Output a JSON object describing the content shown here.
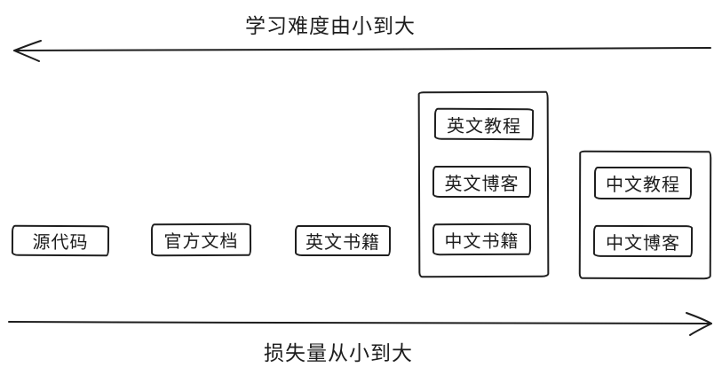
{
  "diagram": {
    "background_color": "#ffffff",
    "stroke_color": "#1d1d1d",
    "top_axis": {
      "label": "学习难度由小到大",
      "arrow_direction": "left"
    },
    "bottom_axis": {
      "label": "损失量从小到大",
      "arrow_direction": "right"
    },
    "nodes": [
      {
        "label": "源代码"
      },
      {
        "label": "官方文档"
      },
      {
        "label": "英文书籍"
      }
    ],
    "groups": [
      {
        "items": [
          {
            "label": "英文教程"
          },
          {
            "label": "英文博客"
          },
          {
            "label": "中文书籍"
          }
        ]
      },
      {
        "items": [
          {
            "label": "中文教程"
          },
          {
            "label": "中文博客"
          }
        ]
      }
    ]
  }
}
